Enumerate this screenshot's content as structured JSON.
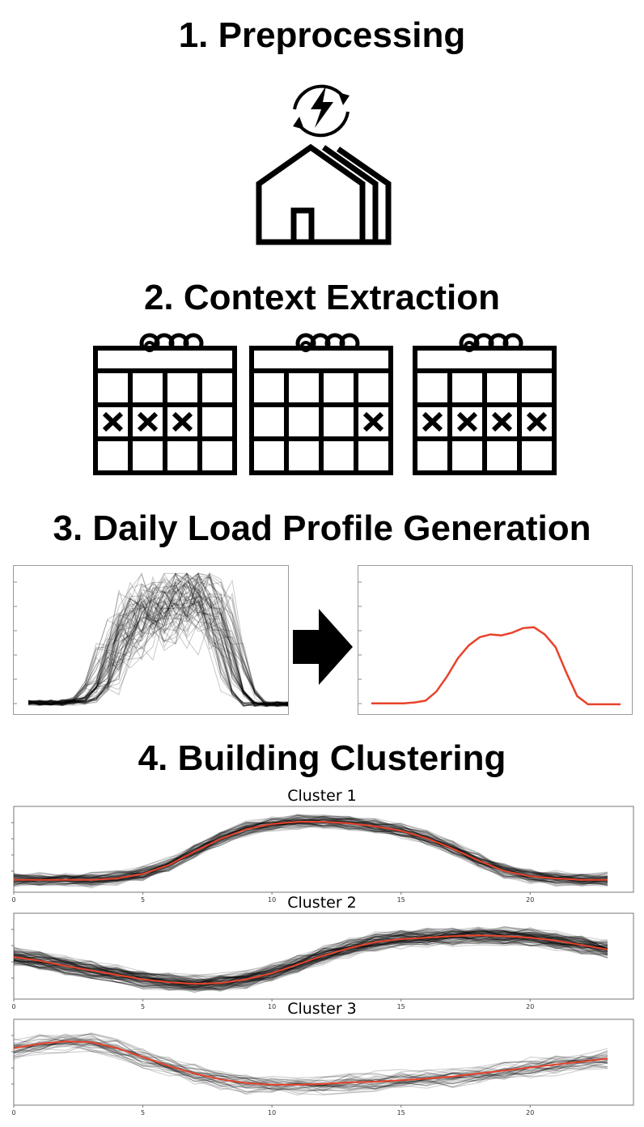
{
  "steps": [
    {
      "title": "1. Preprocessing",
      "icon": "house-energy-icon"
    },
    {
      "title": "2. Context Extraction",
      "icon": "calendar-icon"
    },
    {
      "title": "3. Daily Load Profile Generation",
      "icon": "arrow-right-icon"
    },
    {
      "title": "4. Building Clustering"
    }
  ],
  "calendars": [
    {
      "marked_row": 2,
      "marked_cols": [
        0,
        1,
        2
      ]
    },
    {
      "marked_row": 2,
      "marked_cols": [
        3
      ]
    },
    {
      "marked_row": 2,
      "marked_cols": [
        0,
        1,
        2,
        3
      ]
    }
  ],
  "colors": {
    "profile_line": "#e8432b",
    "raw_lines": "#000000"
  },
  "chart_data": [
    {
      "type": "line",
      "title": "",
      "x": [
        0,
        1,
        2,
        3,
        4,
        5,
        6,
        7,
        8,
        9,
        10,
        11,
        12,
        13,
        14,
        15,
        16,
        17,
        18,
        19,
        20,
        21,
        22,
        23
      ],
      "series": [
        {
          "values": [
            0.02,
            0.02,
            0.02,
            0.02,
            0.03,
            0.05,
            0.15,
            0.32,
            0.52,
            0.66,
            0.75,
            0.78,
            0.77,
            0.8,
            0.85,
            0.86,
            0.78,
            0.64,
            0.36,
            0.1,
            0.01,
            0.01,
            0.01,
            0.01
          ]
        }
      ]
    },
    {
      "type": "line",
      "title": "Cluster 1",
      "x": [
        0,
        1,
        2,
        3,
        4,
        5,
        6,
        7,
        8,
        9,
        10,
        11,
        12,
        13,
        14,
        15,
        16,
        17,
        18,
        19,
        20,
        21,
        22,
        23
      ],
      "xticks": [
        "0",
        "5",
        "10",
        "15",
        "20"
      ],
      "series": [
        {
          "values": [
            0.1,
            0.1,
            0.1,
            0.1,
            0.12,
            0.18,
            0.3,
            0.48,
            0.65,
            0.78,
            0.85,
            0.88,
            0.88,
            0.86,
            0.82,
            0.76,
            0.66,
            0.52,
            0.36,
            0.22,
            0.15,
            0.12,
            0.1,
            0.1
          ]
        }
      ]
    },
    {
      "type": "line",
      "title": "Cluster 2",
      "x": [
        0,
        1,
        2,
        3,
        4,
        5,
        6,
        7,
        8,
        9,
        10,
        11,
        12,
        13,
        14,
        15,
        16,
        17,
        18,
        19,
        20,
        21,
        22,
        23
      ],
      "xticks": [
        "0",
        "5",
        "10",
        "15",
        "20"
      ],
      "series": [
        {
          "values": [
            0.5,
            0.45,
            0.38,
            0.32,
            0.26,
            0.2,
            0.16,
            0.14,
            0.15,
            0.2,
            0.28,
            0.4,
            0.52,
            0.62,
            0.7,
            0.74,
            0.76,
            0.78,
            0.79,
            0.78,
            0.76,
            0.72,
            0.66,
            0.6
          ]
        }
      ]
    },
    {
      "type": "line",
      "title": "Cluster 3",
      "x": [
        0,
        1,
        2,
        3,
        4,
        5,
        6,
        7,
        8,
        9,
        10,
        11,
        12,
        13,
        14,
        15,
        16,
        17,
        18,
        19,
        20,
        21,
        22,
        23
      ],
      "xticks": [
        "0",
        "5",
        "10",
        "15",
        "20"
      ],
      "series": [
        {
          "values": [
            0.7,
            0.76,
            0.79,
            0.78,
            0.7,
            0.58,
            0.46,
            0.36,
            0.28,
            0.23,
            0.21,
            0.21,
            0.22,
            0.24,
            0.25,
            0.27,
            0.29,
            0.32,
            0.36,
            0.4,
            0.44,
            0.48,
            0.52,
            0.56
          ]
        }
      ]
    }
  ]
}
